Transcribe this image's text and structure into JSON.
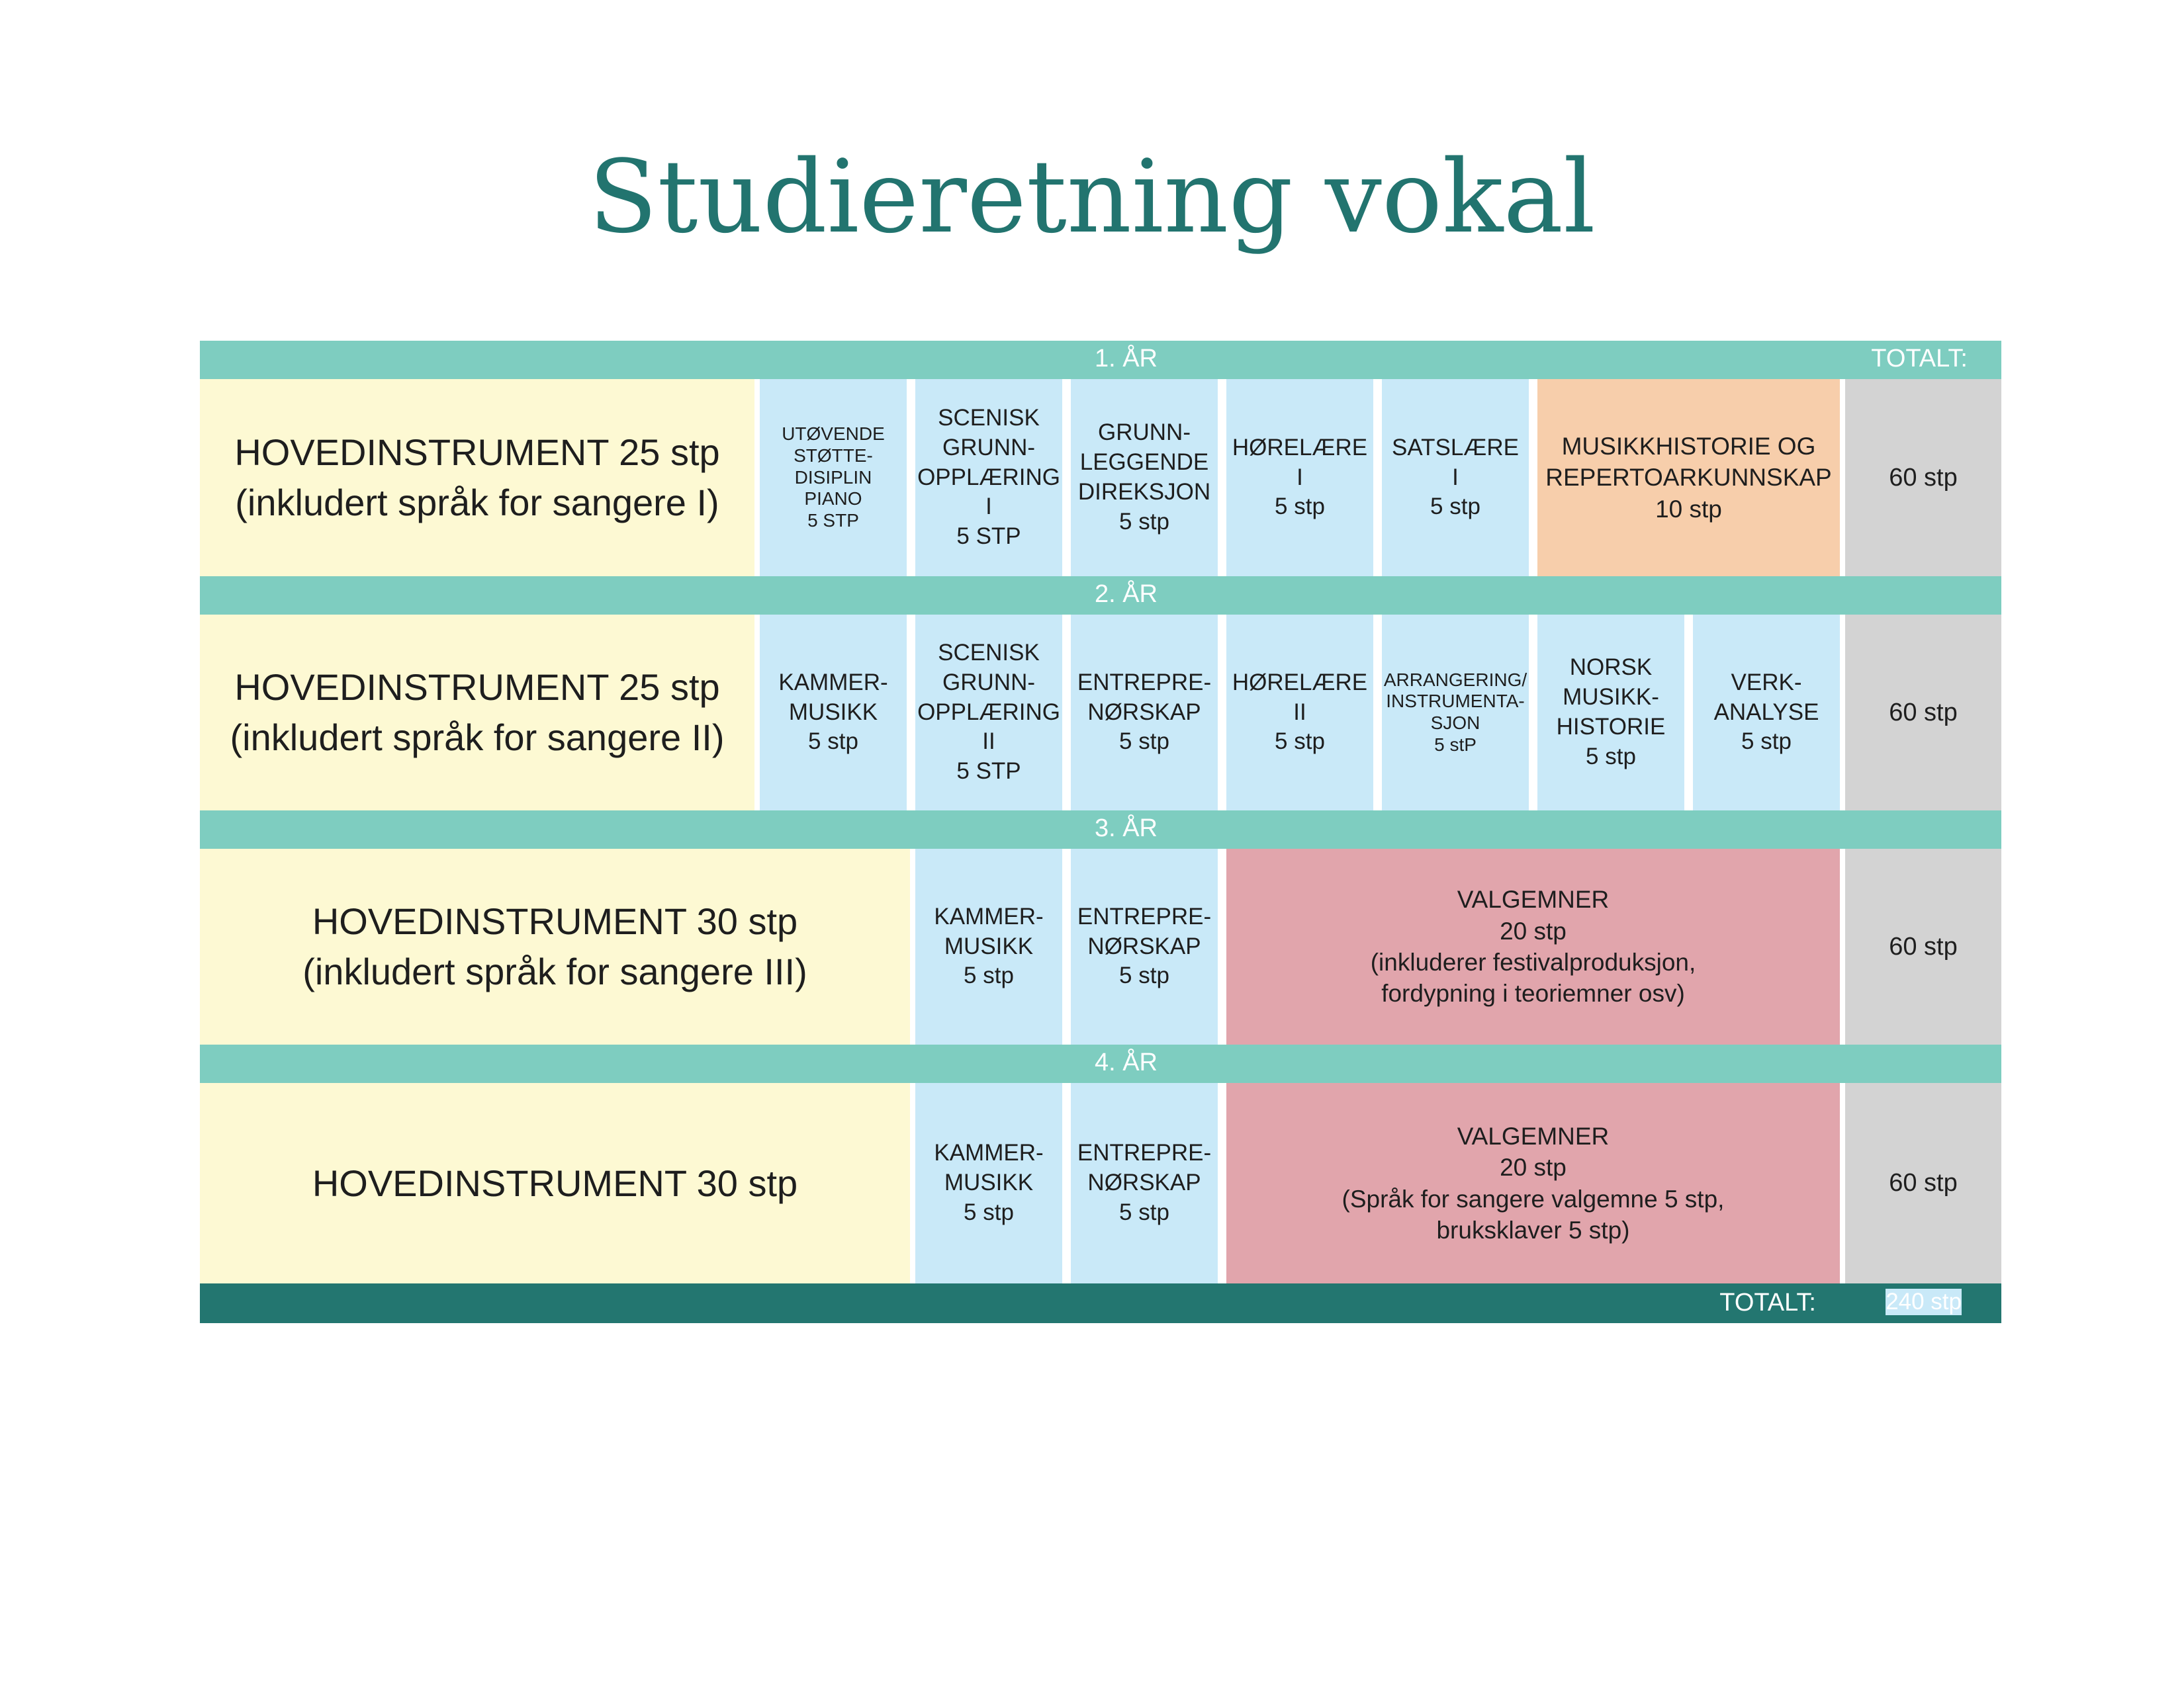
{
  "title": "Studieretning vokal",
  "header_total_label": "TOTALT:",
  "years": [
    {
      "label": "1. ÅR",
      "main": "HOVEDINSTRUMENT 25 stp\n(inkludert språk for sangere I)",
      "courses": [
        "UTØVENDE\nSTØTTE-\nDISIPLIN\nPIANO\n5 STP",
        "SCENISK\nGRUNN-\nOPPLÆRING I\n5 STP",
        "GRUNN-\nLEGGENDE\nDIREKSJON\n5 stp",
        "HØRELÆRE I\n5 stp",
        "SATSLÆRE I\n5 stp",
        "MUSIKKHISTORIE OG\nREPERTOARKUNNSKAP\n10 stp"
      ],
      "total": "60 stp"
    },
    {
      "label": "2. ÅR",
      "main": "HOVEDINSTRUMENT 25 stp\n(inkludert språk for sangere II)",
      "courses": [
        "KAMMER-\nMUSIKK\n5 stp",
        "SCENISK\nGRUNN-\nOPPLÆRING II\n5 STP",
        "ENTREPRE-\nNØRSKAP\n5 stp",
        "HØRELÆRE II\n5 stp",
        "ARRANGERING/\nINSTRUMENTA-\nSJON\n5 stP",
        "NORSK\nMUSIKK-\nHISTORIE\n5 stp",
        "VERK-\nANALYSE\n5 stp"
      ],
      "total": "60 stp"
    },
    {
      "label": "3. ÅR",
      "main": "HOVEDINSTRUMENT 30 stp\n(inkludert språk for sangere III)",
      "courses": [
        "KAMMER-\nMUSIKK\n5 stp",
        "ENTREPRE-\nNØRSKAP\n5 stp",
        "VALGEMNER\n20 stp\n(inkluderer festivalproduksjon,\nfordypning i teoriemner osv)"
      ],
      "total": "60 stp"
    },
    {
      "label": "4. ÅR",
      "main": "HOVEDINSTRUMENT 30 stp",
      "courses": [
        "KAMMER-\nMUSIKK\n5 stp",
        "ENTREPRE-\nNØRSKAP\n5 stp",
        "VALGEMNER\n20 stp\n(Språk for sangere valgemne 5 stp,\nbruksklaver 5 stp)"
      ],
      "total": "60 stp"
    }
  ],
  "footer": {
    "total_label": "TOTALT:",
    "total_value": "240 stp"
  },
  "colors": {
    "title": "#22746f",
    "band": "#7ecdc0",
    "footer": "#237670",
    "main_instrument": "#fdf9d3",
    "course": "#c9e9f8",
    "history": "#f7ceab",
    "electives": "#e1a5ac",
    "total": "#d3d3d3"
  }
}
